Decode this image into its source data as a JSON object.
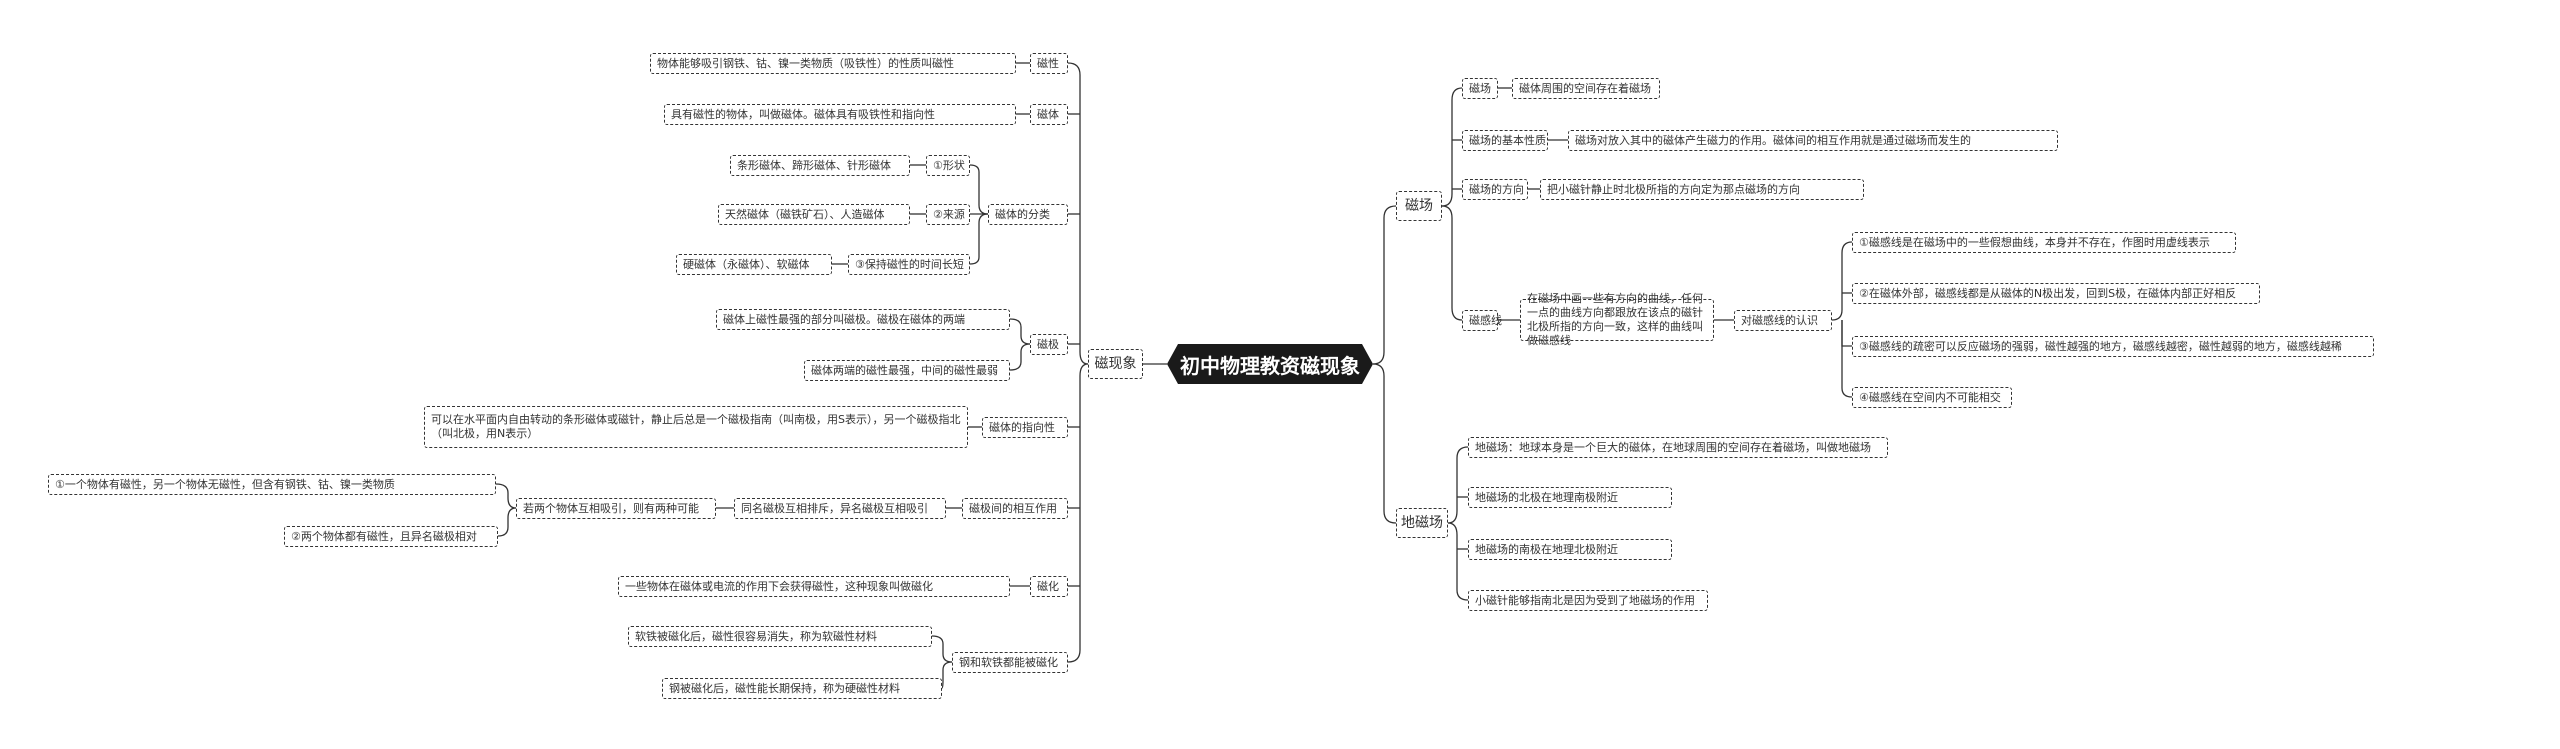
{
  "root": "初中物理教资磁现象",
  "left": {
    "label": "磁现象",
    "items": {
      "ci_xing": {
        "label": "磁性",
        "desc": "物体能够吸引钢铁、钴、镍一类物质（吸铁性）的性质叫磁性"
      },
      "ci_ti": {
        "label": "磁体",
        "desc": "具有磁性的物体，叫做磁体。磁体具有吸铁性和指向性"
      },
      "fen_lei": {
        "label": "磁体的分类",
        "xingzhuang": {
          "label": "①形状",
          "desc": "条形磁体、蹄形磁体、针形磁体"
        },
        "laiyuan": {
          "label": "②来源",
          "desc": "天然磁体（磁铁矿石）、人造磁体"
        },
        "shijian": {
          "label": "③保持磁性的时间长短",
          "desc": "硬磁体（永磁体）、软磁体"
        }
      },
      "ci_ji": {
        "label": "磁极",
        "desc1": "磁体上磁性最强的部分叫磁极。磁极在磁体的两端",
        "desc2": "磁体两端的磁性最强，中间的磁性最弱"
      },
      "zhixiang": {
        "label": "磁体的指向性",
        "desc": "可以在水平面内自由转动的条形磁体或磁针，静止后总是一个磁极指南（叫南极，用S表示），另一个磁极指北（叫北极，用N表示）"
      },
      "xianghu": {
        "label": "磁极间的相互作用",
        "rule": "同名磁极互相排斥，异名磁极互相吸引",
        "attract": "若两个物体互相吸引，则有两种可能",
        "case1": "①一个物体有磁性，另一个物体无磁性，但含有钢铁、钴、镍一类物质",
        "case2": "②两个物体都有磁性，且异名磁极相对"
      },
      "cihua": {
        "label": "磁化",
        "desc": "一些物体在磁体或电流的作用下会获得磁性，这种现象叫做磁化"
      },
      "gangtie": {
        "label": "钢和软铁都能被磁化",
        "soft": "软铁被磁化后，磁性很容易消失，称为软磁性材料",
        "hard": "钢被磁化后，磁性能长期保持，称为硬磁性材料"
      }
    }
  },
  "right": {
    "cichang": {
      "label": "磁场",
      "def": {
        "label": "磁场",
        "desc": "磁体周围的空间存在着磁场"
      },
      "basic": {
        "label": "磁场的基本性质",
        "desc": "磁场对放入其中的磁体产生磁力的作用。磁体间的相互作用就是通过磁场而发生的"
      },
      "direction": {
        "label": "磁场的方向",
        "desc": "把小磁针静止时北极所指的方向定为那点磁场的方向"
      },
      "lines": {
        "label": "磁感线",
        "desc": "在磁场中画一些有方向的曲线，任何一点的曲线方向都跟放在该点的磁针北极所指的方向一致，这样的曲线叫做磁感线",
        "understand": "对磁感线的认识",
        "points": [
          "①磁感线是在磁场中的一些假想曲线，本身并不存在，作图时用虚线表示",
          "②在磁体外部，磁感线都是从磁体的N极出发，回到S极，在磁体内部正好相反",
          "③磁感线的疏密可以反应磁场的强弱，磁性越强的地方，磁感线越密，磁性越弱的地方，磁感线越稀",
          "④磁感线在空间内不可能相交"
        ]
      }
    },
    "dicichang": {
      "label": "地磁场",
      "items": [
        "地磁场：地球本身是一个巨大的磁体，在地球周围的空间存在着磁场，叫做地磁场",
        "地磁场的北极在地理南极附近",
        "地磁场的南极在地理北极附近",
        "小磁针能够指南北是因为受到了地磁场的作用"
      ]
    }
  }
}
